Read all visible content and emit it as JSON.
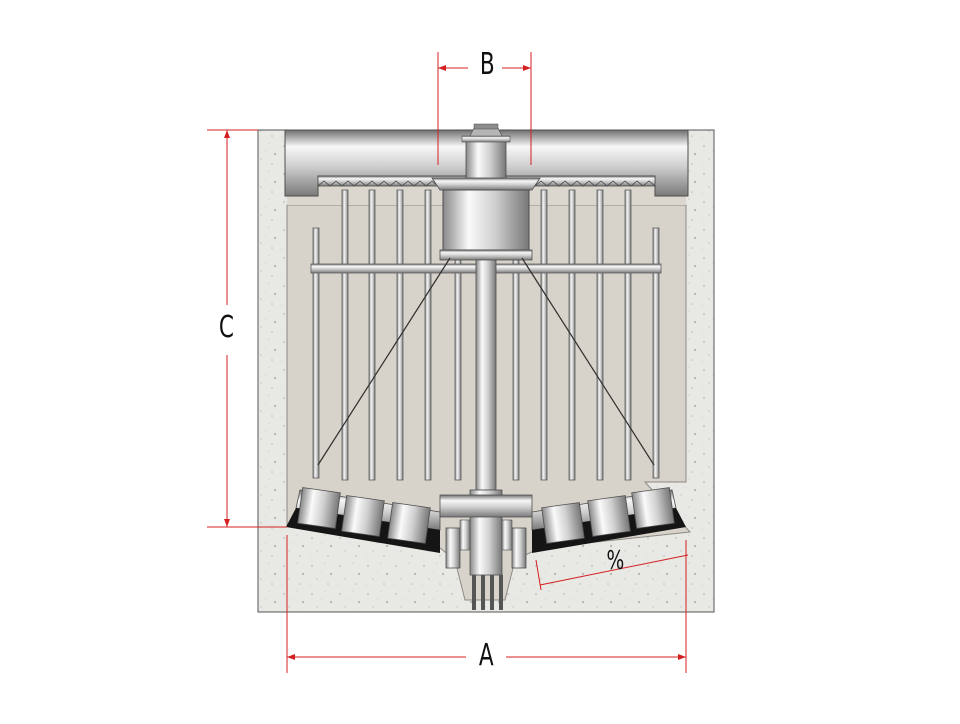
{
  "diagram": {
    "dimension_labels": {
      "a": "A",
      "b": "B",
      "c": "C",
      "slope": "%"
    },
    "colors": {
      "dimension_line": "#d42020",
      "concrete": "#e7e7e3",
      "inner_shaft": "#d9d4cb",
      "steel_light": "#f2f2f2",
      "steel_dark": "#8a8a8a",
      "blade": "#151515"
    }
  }
}
